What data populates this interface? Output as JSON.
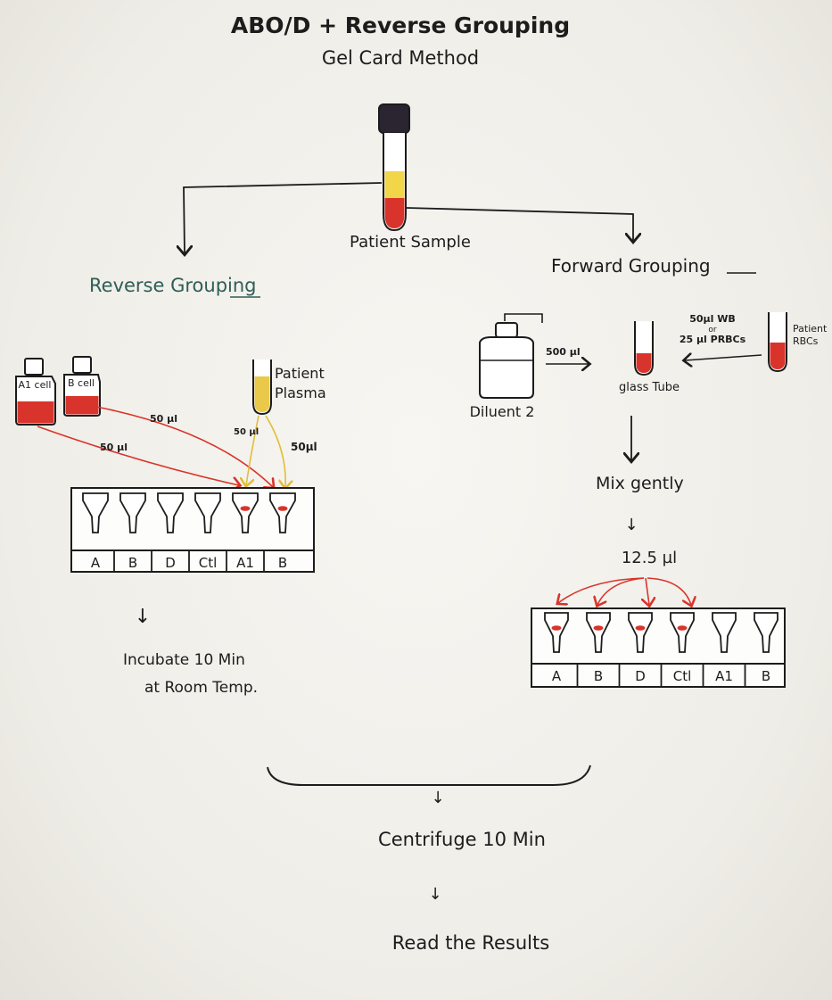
{
  "title": {
    "line1": "ABO/D + Reverse Grouping",
    "line2": "Gel Card Method"
  },
  "sample_label": "Patient Sample",
  "reverse": {
    "heading": "Reverse Grouping",
    "a1_bottle": "A1 cell",
    "b_bottle": "B cell",
    "plasma_label_1": "Patient",
    "plasma_label_2": "Plasma",
    "vol_a1": "50 µl",
    "vol_b": "50 µl",
    "vol_plasma_left": "50 µl",
    "vol_plasma_right": "50µl",
    "card_wells": [
      "A",
      "B",
      "D",
      "Ctl",
      "A1",
      "B"
    ],
    "incubate_1": "Incubate 10 Min",
    "incubate_2": "at Room Temp."
  },
  "forward": {
    "heading": "Forward Grouping",
    "diluent_label": "Diluent 2",
    "vol_diluent": "500 µl",
    "tube_label": "glass Tube",
    "wb_note_1": "50µl WB",
    "wb_note_or": "or",
    "wb_note_2": "25 µl PRBCs",
    "rbc_label_1": "Patient",
    "rbc_label_2": "RBCs",
    "mix": "Mix gently",
    "vol_each": "12.5 µl",
    "card_wells": [
      "A",
      "B",
      "D",
      "Ctl",
      "A1",
      "B"
    ]
  },
  "final": {
    "centrifuge": "Centrifuge 10 Min",
    "read": "Read the Results"
  },
  "colors": {
    "ink": "#1c1c1c",
    "red": "#d9342b",
    "yellow": "#eac94a",
    "teal_ink": "#2f5d57"
  }
}
